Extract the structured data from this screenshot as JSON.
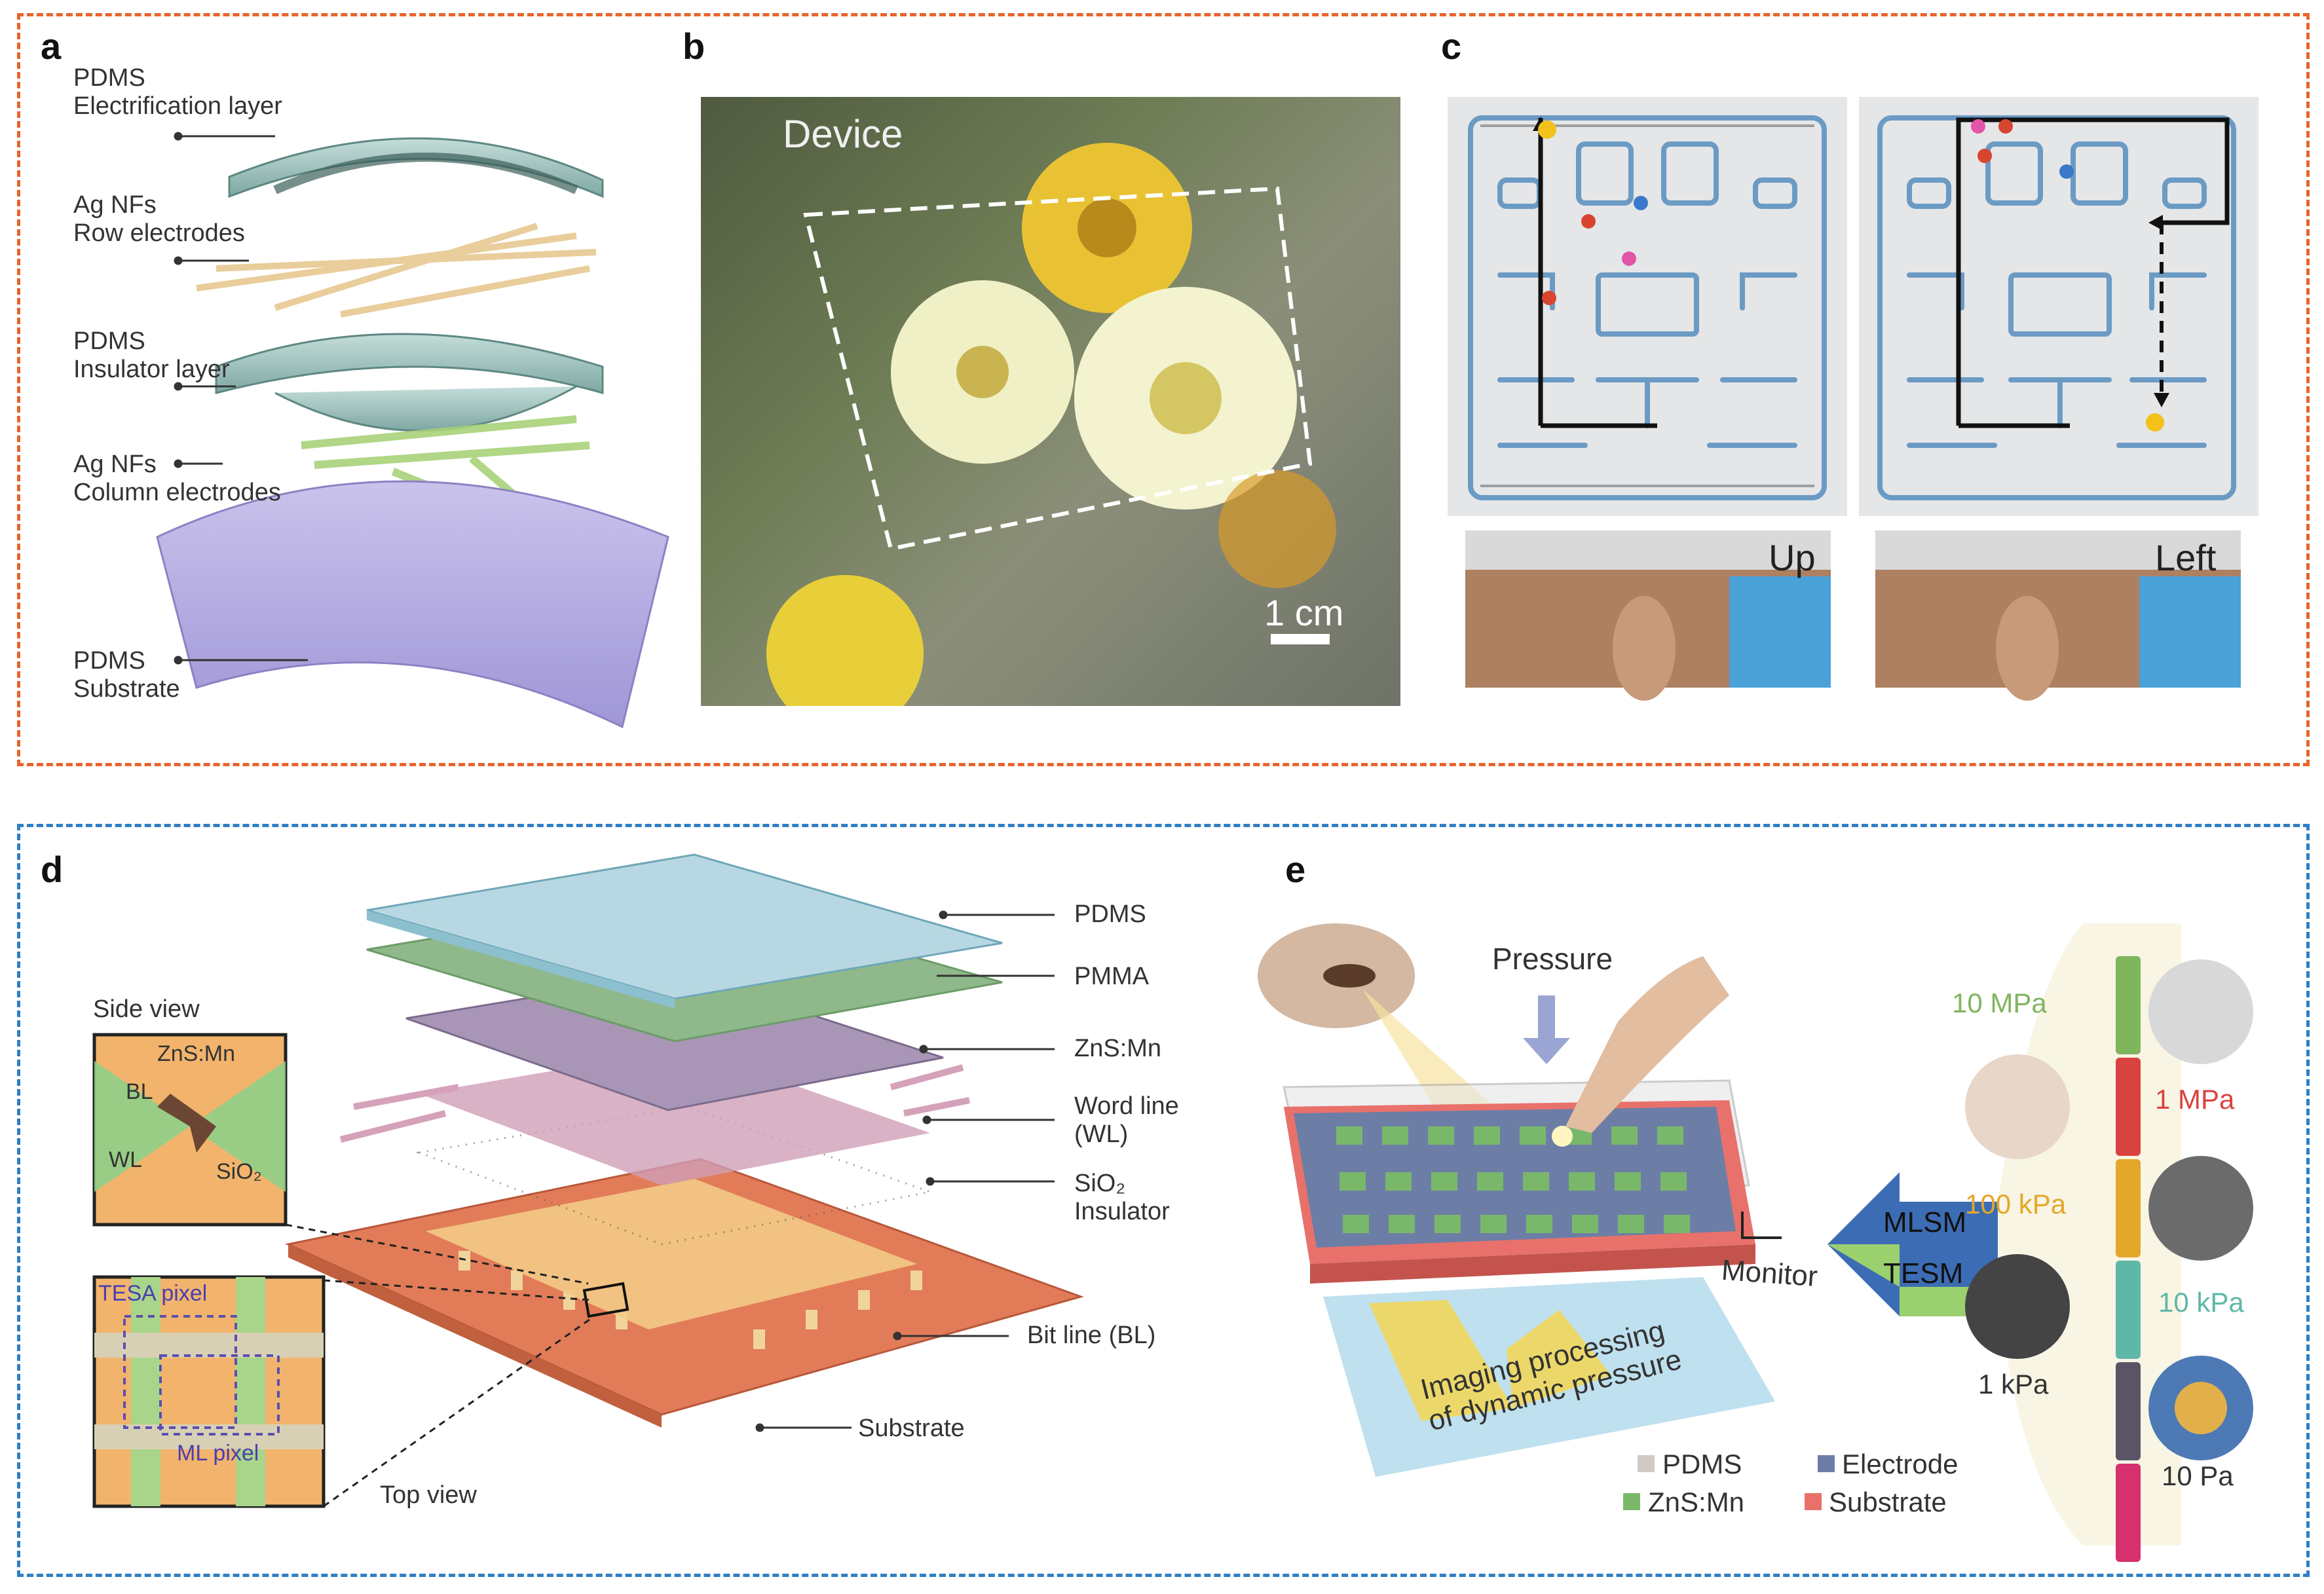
{
  "panels": {
    "a": {
      "label": "a",
      "layers": [
        {
          "line1": "PDMS",
          "line2": "Electrification layer"
        },
        {
          "line1": "Ag NFs",
          "line2": "Row electrodes"
        },
        {
          "line1": "PDMS",
          "line2": "Insulator layer"
        },
        {
          "line1": "Ag NFs",
          "line2": "Column electrodes"
        },
        {
          "line1": "PDMS",
          "line2": "Substrate"
        }
      ]
    },
    "b": {
      "label": "b",
      "device_text": "Device",
      "scale_text": "1 cm"
    },
    "c": {
      "label": "c",
      "gesture_left": "Up",
      "gesture_right": "Left"
    },
    "d": {
      "label": "d",
      "side_view": "Side view",
      "top_view": "Top view",
      "inset_zns": "ZnS:Mn",
      "inset_bl": "BL",
      "inset_wl": "WL",
      "inset_sio2": "SiO₂",
      "tesa_pixel": "TESA pixel",
      "ml_pixel": "ML pixel",
      "layers": {
        "pdms": "PDMS",
        "pmma": "PMMA",
        "zns": "ZnS:Mn",
        "word_line_1": "Word line",
        "word_line_2": "(WL)",
        "sio2_1": "SiO₂",
        "sio2_2": "Insulator",
        "bit_line": "Bit line (BL)",
        "substrate": "Substrate"
      }
    },
    "e": {
      "label": "e",
      "pressure": "Pressure",
      "monitor": "Monitor",
      "imaging_1": "Imaging processing",
      "imaging_2": "of dynamic pressure",
      "mlsm": "MLSM",
      "tesm": "TESM",
      "scale": [
        "10 MPa",
        "1 MPa",
        "100 kPa",
        "10 kPa",
        "1 kPa",
        "10 Pa"
      ],
      "legend": [
        {
          "label": "PDMS",
          "color": "#cfcac3"
        },
        {
          "label": "Electrode",
          "color": "#6d7ea6"
        },
        {
          "label": "ZnS:Mn",
          "color": "#79b86a"
        },
        {
          "label": "Substrate",
          "color": "#e8716b"
        }
      ]
    }
  },
  "colors": {
    "frame_top": "#e8642c",
    "frame_bottom": "#2e7fc6",
    "scale_segments": [
      "#7fb55d",
      "#d9433f",
      "#e5a72a",
      "#5fb7a8",
      "#5a5566",
      "#d6306d"
    ]
  }
}
